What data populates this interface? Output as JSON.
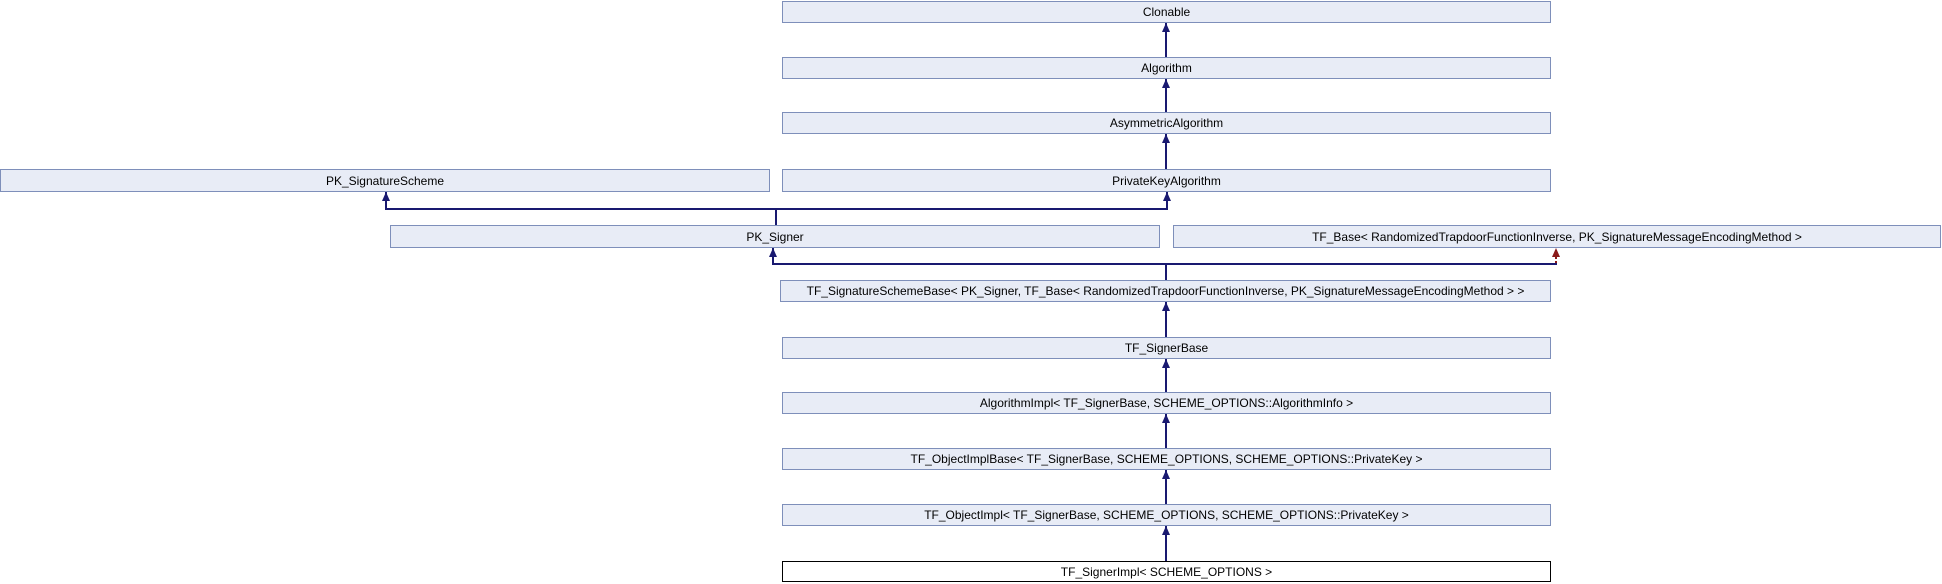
{
  "diagram": {
    "kind": "class-inheritance-graph",
    "colors": {
      "node_fill": "#e8ecf6",
      "node_border": "#7e8fba",
      "edge_public": "#191970",
      "edge_private": "#8b1a1a",
      "highlight_fill": "#ffffff",
      "highlight_border": "#000000"
    },
    "nodes": [
      {
        "label": "Clonable"
      },
      {
        "label": "Algorithm"
      },
      {
        "label": "AsymmetricAlgorithm"
      },
      {
        "label": "PK_SignatureScheme"
      },
      {
        "label": "PrivateKeyAlgorithm"
      },
      {
        "label": "PK_Signer"
      },
      {
        "label": "TF_Base< RandomizedTrapdoorFunctionInverse, PK_SignatureMessageEncodingMethod >"
      },
      {
        "label": "TF_SignatureSchemeBase< PK_Signer, TF_Base< RandomizedTrapdoorFunctionInverse, PK_SignatureMessageEncodingMethod > >"
      },
      {
        "label": "TF_SignerBase"
      },
      {
        "label": "AlgorithmImpl< TF_SignerBase, SCHEME_OPTIONS::AlgorithmInfo >"
      },
      {
        "label": "TF_ObjectImplBase< TF_SignerBase, SCHEME_OPTIONS, SCHEME_OPTIONS::PrivateKey >"
      },
      {
        "label": "TF_ObjectImpl< TF_SignerBase, SCHEME_OPTIONS, SCHEME_OPTIONS::PrivateKey >"
      },
      {
        "label": "TF_SignerImpl< SCHEME_OPTIONS >"
      }
    ],
    "edges": [
      {
        "child": "Algorithm",
        "parent": "Clonable",
        "style": "solid-public"
      },
      {
        "child": "AsymmetricAlgorithm",
        "parent": "Algorithm",
        "style": "solid-public"
      },
      {
        "child": "PrivateKeyAlgorithm",
        "parent": "AsymmetricAlgorithm",
        "style": "solid-public"
      },
      {
        "child": "PK_Signer",
        "parent": "PK_SignatureScheme",
        "style": "solid-public"
      },
      {
        "child": "PK_Signer",
        "parent": "PrivateKeyAlgorithm",
        "style": "solid-public"
      },
      {
        "child": "TF_SignatureSchemeBase< PK_Signer, TF_Base< RandomizedTrapdoorFunctionInverse, PK_SignatureMessageEncodingMethod > >",
        "parent": "PK_Signer",
        "style": "solid-public"
      },
      {
        "child": "TF_SignatureSchemeBase< PK_Signer, TF_Base< RandomizedTrapdoorFunctionInverse, PK_SignatureMessageEncodingMethod > >",
        "parent": "TF_Base< RandomizedTrapdoorFunctionInverse, PK_SignatureMessageEncodingMethod >",
        "style": "dotted-private"
      },
      {
        "child": "TF_SignerBase",
        "parent": "TF_SignatureSchemeBase< PK_Signer, TF_Base< RandomizedTrapdoorFunctionInverse, PK_SignatureMessageEncodingMethod > >",
        "style": "solid-public"
      },
      {
        "child": "AlgorithmImpl< TF_SignerBase, SCHEME_OPTIONS::AlgorithmInfo >",
        "parent": "TF_SignerBase",
        "style": "solid-public"
      },
      {
        "child": "TF_ObjectImplBase< TF_SignerBase, SCHEME_OPTIONS, SCHEME_OPTIONS::PrivateKey >",
        "parent": "AlgorithmImpl< TF_SignerBase, SCHEME_OPTIONS::AlgorithmInfo >",
        "style": "solid-public"
      },
      {
        "child": "TF_ObjectImpl< TF_SignerBase, SCHEME_OPTIONS, SCHEME_OPTIONS::PrivateKey >",
        "parent": "TF_ObjectImplBase< TF_SignerBase, SCHEME_OPTIONS, SCHEME_OPTIONS::PrivateKey >",
        "style": "solid-public"
      },
      {
        "child": "TF_SignerImpl< SCHEME_OPTIONS >",
        "parent": "TF_ObjectImpl< TF_SignerBase, SCHEME_OPTIONS, SCHEME_OPTIONS::PrivateKey >",
        "style": "solid-public"
      }
    ]
  }
}
